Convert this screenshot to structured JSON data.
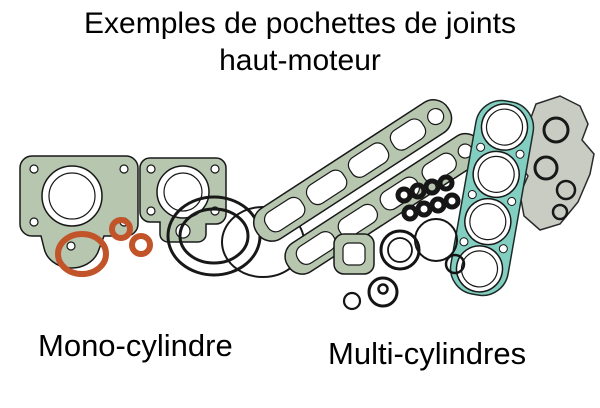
{
  "title": {
    "line1": "Exemples de pochettes de joints",
    "line2": "haut-moteur"
  },
  "labels": {
    "mono": "Mono-cylindre",
    "multi": "Multi-cylindres"
  },
  "colors": {
    "background": "#ffffff",
    "text": "#000000",
    "gasket_green": "#b7c6af",
    "gasket_teal": "#82cfc1",
    "oring_orange": "#c2542a",
    "line_black": "#181818",
    "gasket_gray": "#c9ccc2"
  }
}
